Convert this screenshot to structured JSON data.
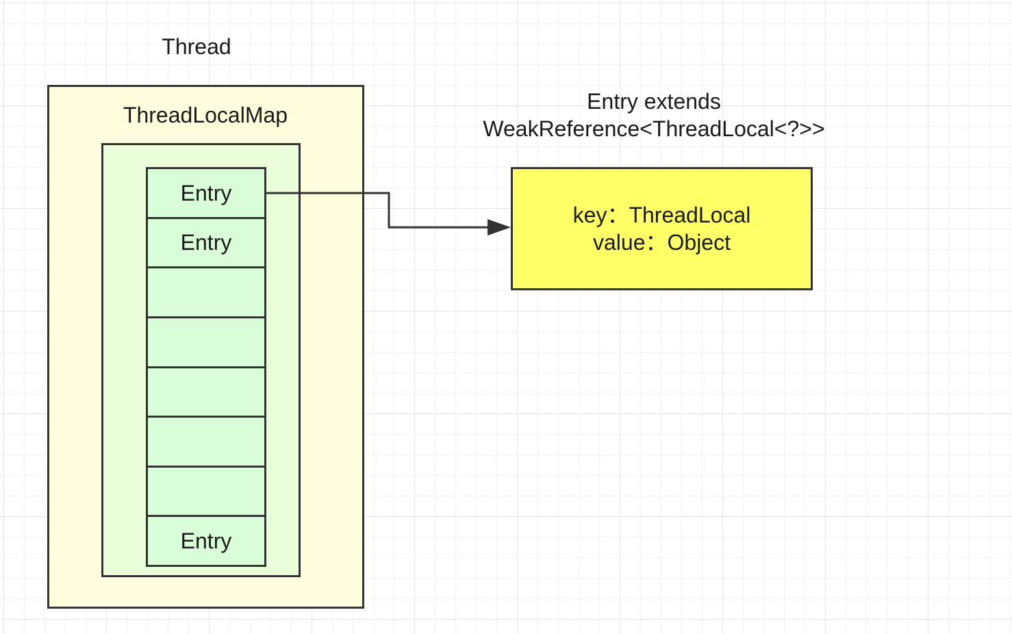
{
  "thread": {
    "title": "Thread",
    "map": {
      "title": "ThreadLocalMap",
      "slots": [
        "Entry",
        "Entry",
        "",
        "",
        "",
        "",
        "",
        "Entry"
      ]
    }
  },
  "entry_class": {
    "extends_line1": "Entry extends",
    "extends_line2": "WeakReference<ThreadLocal<?>>",
    "key_line": "key：ThreadLocal",
    "value_line": "value：Object"
  },
  "colors": {
    "thread_fill": "#ffffdd",
    "map_fill": "#ebffda",
    "slot_fill": "#d8fdd8",
    "entry_fill": "#ffff66",
    "stroke": "#333333"
  }
}
